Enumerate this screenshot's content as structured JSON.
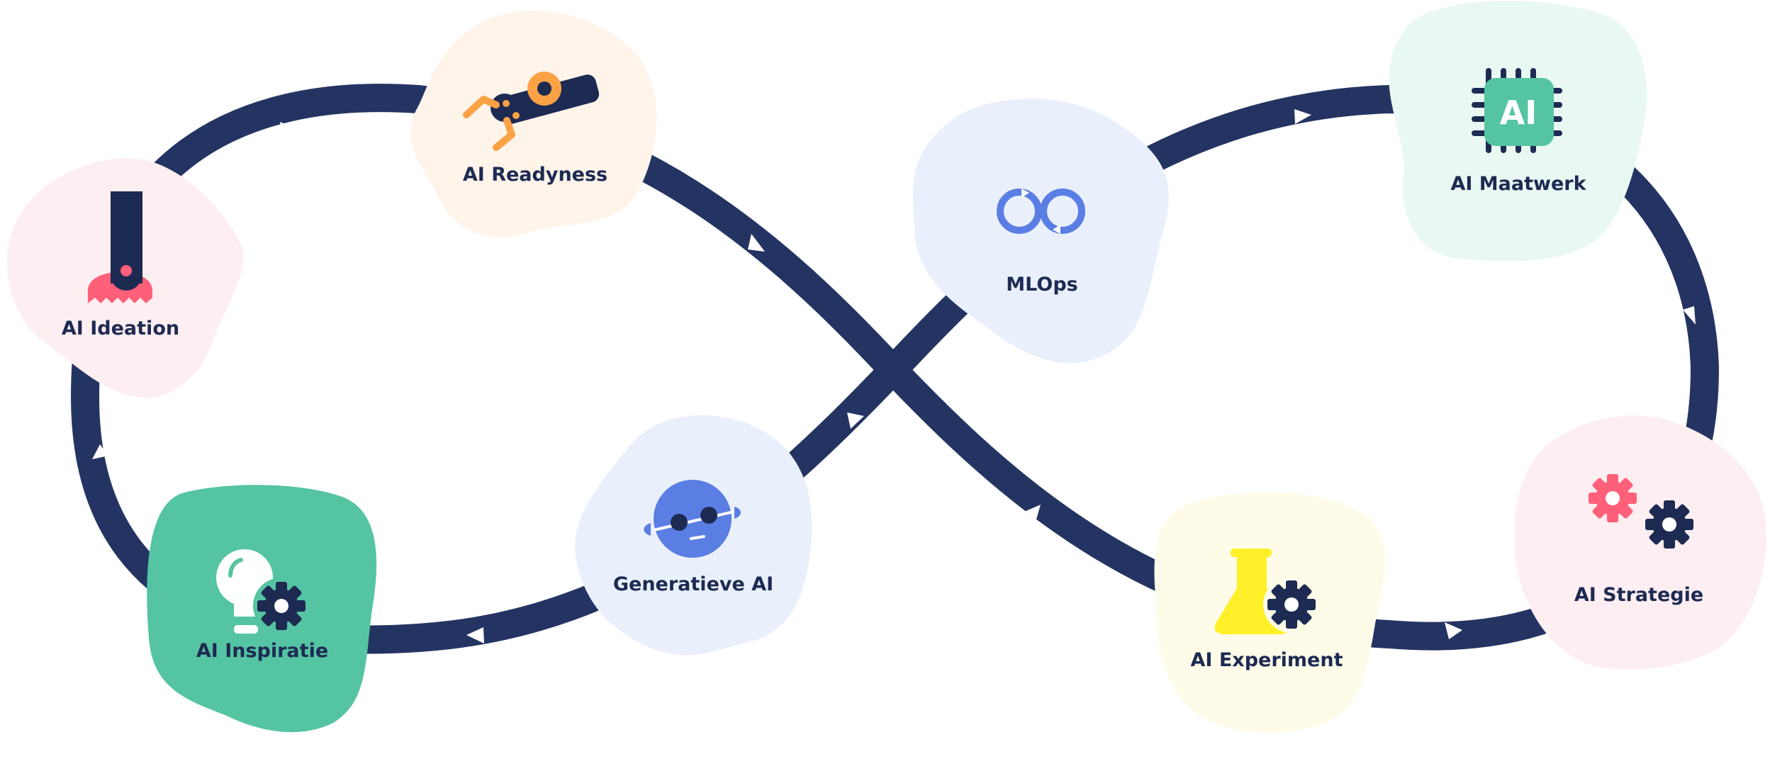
{
  "diagram": {
    "colors": {
      "track": "#243462",
      "arrow": "#ffffff",
      "label": "#1d2a52",
      "navy": "#1d2a52",
      "pink": "#ff6079",
      "orange": "#fba245",
      "green": "#55c4a2",
      "blue": "#5b7ee5",
      "yellow": "#fff029",
      "white": "#ffffff"
    },
    "nodes": [
      {
        "id": "ai-ideation",
        "label": "AI Ideation",
        "icon": "robot-finger-icon",
        "blob_color": "#fdeef1"
      },
      {
        "id": "ai-readyness",
        "label": "AI Readyness",
        "icon": "robot-arm-icon",
        "blob_color": "#fef4ea"
      },
      {
        "id": "ai-inspiratie",
        "label": "AI Inspiratie",
        "icon": "lightbulb-gear-icon",
        "blob_color": "#55c4a2"
      },
      {
        "id": "generatieve-ai",
        "label": "Generatieve AI",
        "icon": "robot-face-icon",
        "blob_color": "#eaf0fb"
      },
      {
        "id": "mlops",
        "label": "MLOps",
        "icon": "infinity-loop-icon",
        "blob_color": "#eaf0fb"
      },
      {
        "id": "ai-maatwerk",
        "label": "AI Maatwerk",
        "icon": "ai-chip-icon",
        "blob_color": "#e9f8f3"
      },
      {
        "id": "ai-strategie",
        "label": "AI Strategie",
        "icon": "gears-icon",
        "blob_color": "#fdeef1"
      },
      {
        "id": "ai-experiment",
        "label": "AI Experiment",
        "icon": "flask-gear-icon",
        "blob_color": "#fefce8"
      }
    ],
    "chip_text": "AI"
  }
}
